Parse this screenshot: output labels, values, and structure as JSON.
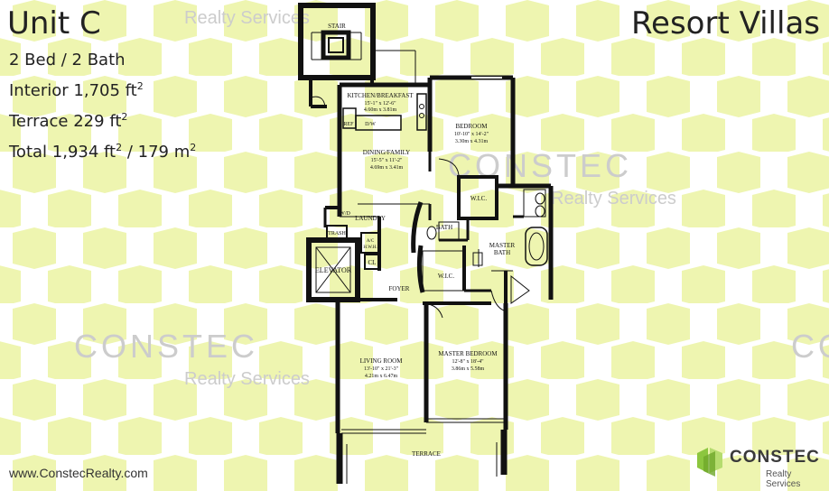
{
  "header": {
    "unit_title": "Unit C",
    "building_title": "Resort Villas"
  },
  "specs": {
    "beds_baths": "2 Bed / 2 Bath",
    "interior_label": "Interior",
    "interior_value": "1,705 ft",
    "terrace_label": "Terrace",
    "terrace_value": "229 ft",
    "total_label": "Total",
    "total_value": "1,934 ft",
    "total_metric": "/ 179 m",
    "superscript": "2"
  },
  "watermark": {
    "brand": "CONSTEC",
    "tagline": "Realty Services"
  },
  "footer": {
    "website": "www.ConstecRealty.com",
    "logo_name": "CONSTEC",
    "logo_sub": "Realty Services"
  },
  "rooms": {
    "stair": "STAIR",
    "kitchen_name": "KITCHEN/BREAKFAST",
    "kitchen_dim1": "15'-1\" x 12'-6\"",
    "kitchen_dim2": "4.60m x 3.81m",
    "ref": "REF",
    "dw": "D/W",
    "bedroom_name": "BEDROOM",
    "bedroom_dim1": "10'-10\" x 14'-2\"",
    "bedroom_dim2": "3.30m x 4.31m",
    "dining_name": "DINING/FAMILY",
    "dining_dim1": "15'-5\" x 11'-2\"",
    "dining_dim2": "4.69m x 3.41m",
    "wic1": "W.I.C.",
    "wd": "W/D",
    "laundry": "LAUNDRY",
    "bath": "BATH",
    "trash": "TRASH",
    "ac_top": "A/C",
    "ac_bottom": "H.W.H.",
    "master_bath_1": "MASTER",
    "master_bath_2": "BATH",
    "elevator": "ELEVATOR",
    "cl": "CL",
    "wic2": "W.I.C.",
    "foyer": "FOYER",
    "living_name": "LIVING ROOM",
    "living_dim1": "13'-10\" x 21'-3\"",
    "living_dim2": "4.21m x 6.47m",
    "master_name": "MASTER BEDROOM",
    "master_dim1": "12'-8\" x 18'-4\"",
    "master_dim2": "3.86m x 5.58m",
    "terrace": "TERRACE"
  },
  "colors": {
    "hex_pattern": "#eef5b0",
    "watermark_text": "#c8c8c8",
    "wall": "#111111",
    "logo_green": "#8cc63f"
  }
}
